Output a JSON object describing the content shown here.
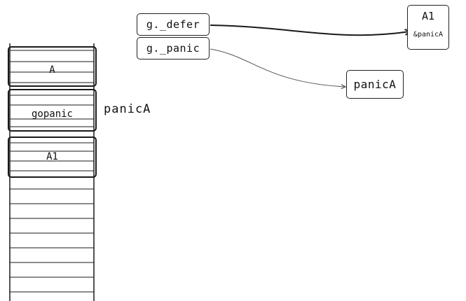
{
  "stack": {
    "frames": [
      {
        "label": "A"
      },
      {
        "label": "gopanic"
      },
      {
        "label": "A1"
      }
    ],
    "side_label": "panicA"
  },
  "goroutine": {
    "defer_field": "g._defer",
    "panic_field": "g._panic"
  },
  "defer_record": {
    "title": "A1",
    "detail": "&panicA"
  },
  "panic_record": {
    "label": "panicA"
  },
  "colors": {
    "stroke": "#1a1a1a",
    "thin_stroke": "#555555",
    "background": "#ffffff"
  }
}
